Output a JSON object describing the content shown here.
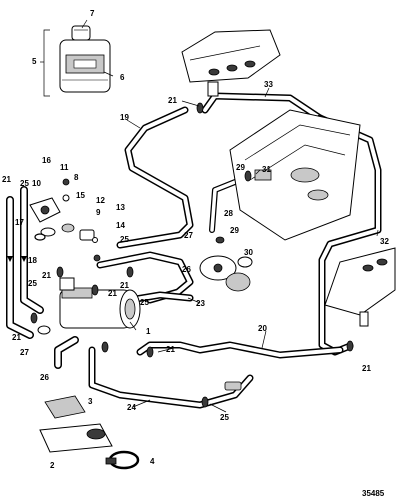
{
  "figure": {
    "number": "35485"
  },
  "callouts": {
    "c1": "1",
    "c2": "2",
    "c3": "3",
    "c4": "4",
    "c5": "5",
    "c6": "6",
    "c7": "7",
    "c8": "8",
    "c9": "9",
    "c10": "10",
    "c11": "11",
    "c12": "12",
    "c13": "13",
    "c14": "14",
    "c15": "15",
    "c16": "16",
    "c17": "17",
    "c18": "18",
    "c19": "19",
    "c20": "20",
    "c23": "23",
    "c24": "24",
    "c26": "26",
    "c28": "28",
    "c30": "30",
    "c31": "31",
    "c32": "32",
    "c33": "33",
    "c21_a": "21",
    "c21_b": "21",
    "c21_c": "21",
    "c21_d": "21",
    "c21_e": "21",
    "c21_f": "21",
    "c21_g": "21",
    "c21_h": "21",
    "c25_a": "25",
    "c25_b": "25",
    "c25_c": "25",
    "c25_d": "25",
    "c25_e": "25",
    "c26_b": "26",
    "c27_a": "27",
    "c27_b": "27",
    "c29_a": "29",
    "c29_b": "29"
  }
}
